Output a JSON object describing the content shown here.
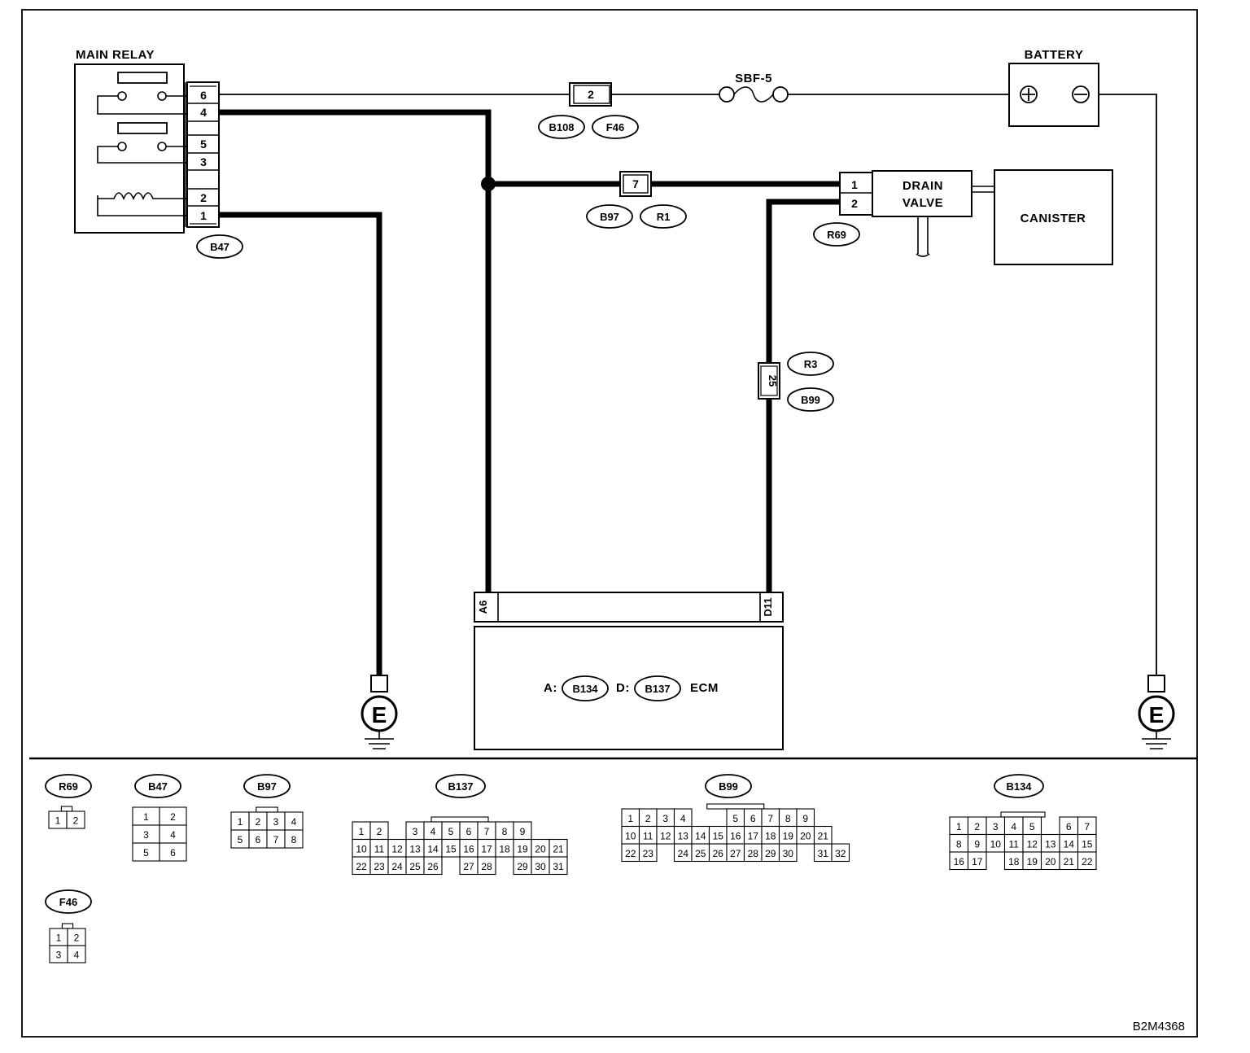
{
  "labels": {
    "main_relay": "MAIN RELAY",
    "battery": "BATTERY",
    "fuse": "SBF-5",
    "drain_valve_line1": "DRAIN",
    "drain_valve_line2": "VALVE",
    "canister": "CANISTER",
    "ecm": "ECM",
    "ecm_a_prefix": "A:",
    "ecm_d_prefix": "D:",
    "ground": "E",
    "figure_code": "B2M4368"
  },
  "connectors": {
    "b47": "B47",
    "b108": "B108",
    "f46": "F46",
    "b97": "B97",
    "r1": "R1",
    "r69": "R69",
    "r3": "R3",
    "b99": "B99",
    "b134": "B134",
    "b137": "B137"
  },
  "pins": {
    "relay": [
      "6",
      "4",
      "5",
      "3",
      "2",
      "1"
    ],
    "b108_f46": "2",
    "b97_r1": "7",
    "drain": [
      "1",
      "2"
    ],
    "r3_b99": "25",
    "ecm_a": "A6",
    "ecm_d": "D11"
  },
  "legend": {
    "r69": {
      "title": "R69",
      "rows": [
        [
          "1",
          "2"
        ]
      ]
    },
    "b47": {
      "title": "B47",
      "rows": [
        [
          "1",
          "2"
        ],
        [
          "3",
          "4"
        ],
        [
          "5",
          "6"
        ]
      ]
    },
    "b97": {
      "title": "B97",
      "rows": [
        [
          "1",
          "2",
          "3",
          "4"
        ],
        [
          "5",
          "6",
          "7",
          "8"
        ]
      ]
    },
    "f46": {
      "title": "F46",
      "rows": [
        [
          "1",
          "2"
        ],
        [
          "3",
          "4"
        ]
      ]
    },
    "b137": {
      "title": "B137",
      "rows": [
        [
          "1",
          "2",
          "",
          "3",
          "4",
          "5",
          "6",
          "7",
          "8",
          "9"
        ],
        [
          "10",
          "11",
          "12",
          "13",
          "14",
          "15",
          "16",
          "17",
          "18",
          "19",
          "20",
          "21"
        ],
        [
          "22",
          "23",
          "24",
          "25",
          "26",
          "",
          "27",
          "28",
          "",
          "29",
          "30",
          "31"
        ]
      ]
    },
    "b99": {
      "title": "B99",
      "rows": [
        [
          "1",
          "2",
          "3",
          "4",
          "",
          "",
          "5",
          "6",
          "7",
          "8",
          "9"
        ],
        [
          "10",
          "11",
          "12",
          "13",
          "14",
          "15",
          "16",
          "17",
          "18",
          "19",
          "20",
          "21"
        ],
        [
          "22",
          "23",
          "",
          "24",
          "25",
          "26",
          "27",
          "28",
          "29",
          "30",
          "",
          "31",
          "32"
        ]
      ]
    },
    "b134": {
      "title": "B134",
      "rows": [
        [
          "1",
          "2",
          "3",
          "4",
          "5",
          "",
          "6",
          "7"
        ],
        [
          "8",
          "9",
          "10",
          "11",
          "12",
          "13",
          "14",
          "15"
        ],
        [
          "16",
          "17",
          "",
          "18",
          "19",
          "20",
          "21",
          "22"
        ]
      ]
    }
  }
}
